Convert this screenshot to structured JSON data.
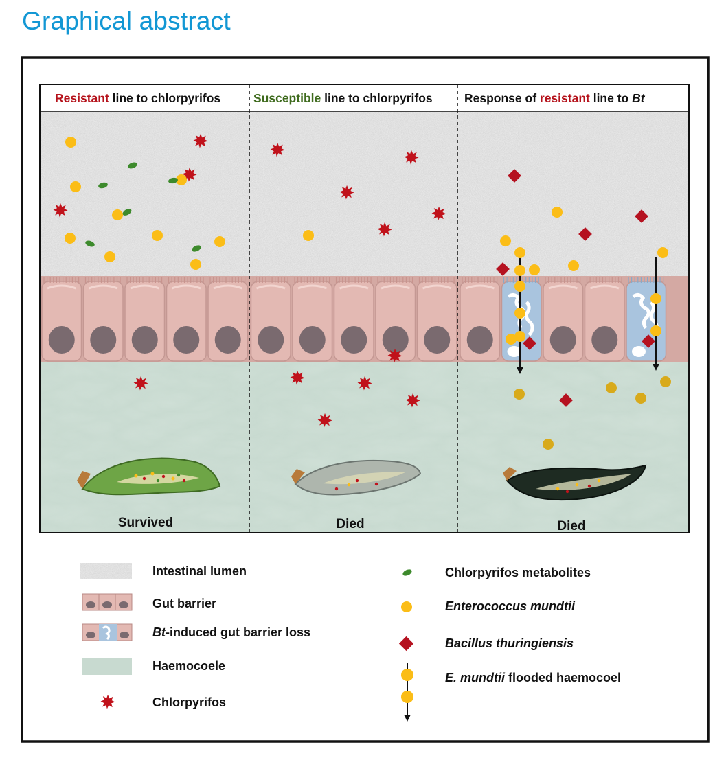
{
  "title": "Graphical abstract",
  "panels": [
    {
      "header": {
        "emph": "Resistant",
        "rest": " line to chlorpyrifos"
      },
      "outcome": "Survived"
    },
    {
      "header": {
        "emph": "Susceptible",
        "rest": " line to chlorpyrifos"
      },
      "outcome": "Died"
    },
    {
      "header": {
        "pre": "Response of ",
        "emph": "resistant",
        "mid": " line to ",
        "italic": "Bt"
      },
      "outcome": "Died"
    }
  ],
  "legend": {
    "left": [
      {
        "label": "Intestinal lumen",
        "swatch": "intestinal-lumen"
      },
      {
        "label": "Gut barrier",
        "swatch": "gut-barrier"
      },
      {
        "label_italic": "Bt",
        "label": "-induced gut barrier loss",
        "swatch": "gut-barrier-loss"
      },
      {
        "label": "Haemocoele",
        "swatch": "haemocoele"
      },
      {
        "label": "Chlorpyrifos",
        "swatch": "chlorpyrifos-star-icon"
      }
    ],
    "right": [
      {
        "label": "Chlorpyrifos metabolites",
        "swatch": "metabolite-ellipse-icon"
      },
      {
        "label_italic": "Enterococcus mundtii",
        "swatch": "enterococcus-dot-icon"
      },
      {
        "label_italic": "Bacillus thuringiensis",
        "swatch": "bt-diamond-icon"
      },
      {
        "label_italic": "E. mundtii",
        "label": " flooded haemocoel",
        "swatch": "flood-arrow-icon"
      }
    ]
  },
  "colors": {
    "title": "#1297d4",
    "resistant": "#b5121b",
    "susceptible": "#3f6b1e",
    "chlorpyrifos": "#c0121b",
    "enterococcus": "#fbbd17",
    "bacillus": "#b51220",
    "metabolite": "#3d8a2c",
    "gut_cell": "#e3b9b3",
    "nucleus": "#7a6a6f",
    "barrier_loss": "#a9c4de",
    "haemocoele": "#c8dad0",
    "lumen": "#ebebeb"
  }
}
